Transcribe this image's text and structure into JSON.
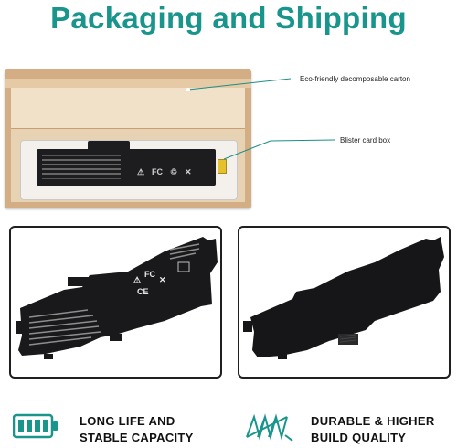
{
  "header": {
    "title": "Packaging and Shipping"
  },
  "callouts": {
    "carton": "Eco-friendly decomposable carton",
    "blister": "Blister card box"
  },
  "features": [
    {
      "text_line1": "LONG LIFE AND",
      "text_line2": "STABLE CAPACITY",
      "icon": "battery-full-icon"
    },
    {
      "text_line1": "DURABLE & HIGHER",
      "text_line2": "BUILD QUALITY",
      "icon": "coil-spring-icon"
    }
  ],
  "colors": {
    "title": "#19958c",
    "icon": "#19958c",
    "battery": "#19191b",
    "carton": "#d3ad84"
  }
}
